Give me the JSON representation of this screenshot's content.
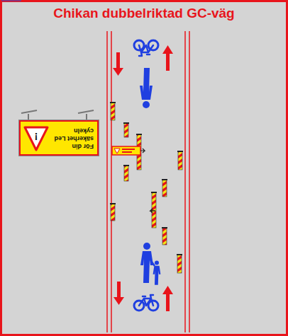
{
  "diagram": {
    "title": "Chikan dubbelriktad GC-väg",
    "nodes": [
      {
        "text": [
          "För din säkerhet Led cykeln",
          "!"
        ]
      }
    ]
  }
}
